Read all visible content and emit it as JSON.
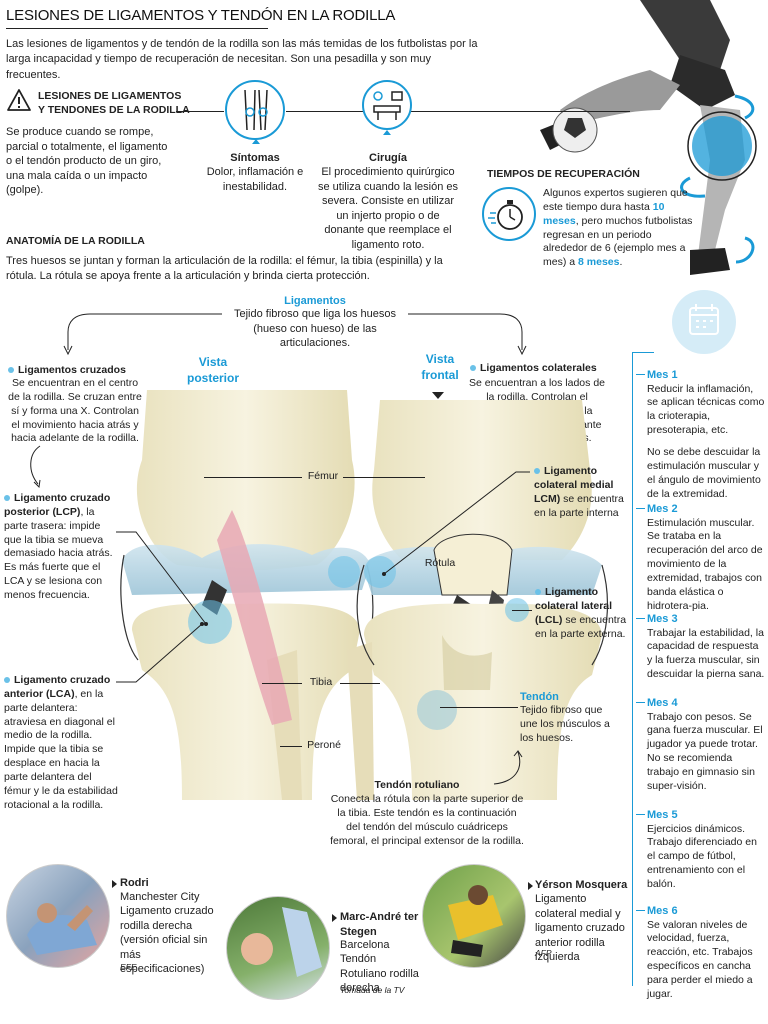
{
  "header": {
    "title": "LESIONES DE LIGAMENTOS Y TENDÓN EN LA RODILLA",
    "intro": "Las lesiones de ligamentos y de tendón de la rodilla son las más temidas de los futbolistas por la larga incapacidad y tiempo de recuperación de necesitan. Son una pesadilla y son muy frecuentes."
  },
  "lesiones": {
    "heading_1": "LESIONES DE LIGAMENTOS",
    "heading_2": "Y TENDONES DE LA RODILLA",
    "text": "Se produce cuando se rompe, parcial o totalmente, el ligamento o el tendón producto de un giro, una mala caída o un impacto (golpe).",
    "warning_icon": "warning-icon"
  },
  "sintomas": {
    "title": "Síntomas",
    "text": "Dolor, inflamación e inestabilidad."
  },
  "cirugia": {
    "title": "Cirugía",
    "text": "El procedimiento quirúrgico se utiliza cuando la lesión es severa. Consiste en utilizar un injerto propio o de donante que reemplace el ligamento roto."
  },
  "tiempos": {
    "title": "TIEMPOS DE RECUPERACIÓN",
    "text_a": "Algunos expertos sugieren que este tiempo dura hasta",
    "highlight_a": "10 meses",
    "text_b": ", pero muchos futbolistas regresan en un periodo alrededor de 6 (ejemplo mes a mes) a",
    "highlight_b": "8 meses",
    "text_c": "."
  },
  "anatomia": {
    "title": "ANATOMÍA DE LA RODILLA",
    "text": "Tres huesos se juntan y forman la articulación de la rodilla: el fémur, la tibia (espinilla) y la rótula. La rótula se apoya frente a la articulación y brinda cierta protección."
  },
  "ligamentos": {
    "title": "Ligamentos",
    "text": "Tejido fibroso que liga los huesos (hueso con hueso) de las articulaciones."
  },
  "vistas": {
    "posterior_1": "Vista",
    "posterior_2": "posterior",
    "frontal_1": "Vista",
    "frontal_2": "frontal"
  },
  "cruzados": {
    "title": "Ligamentos cruzados",
    "text": "Se encuentran en el centro de la rodilla. Se cruzan entre sí y forma una X. Controlan el movimiento hacia atrás y hacia adelante de la rodilla."
  },
  "colaterales": {
    "title": "Ligamentos colaterales",
    "text": "Se encuentran a los lados de la rodilla. Controlan el movimiento lateral de la rodilla y le dan soporte ante movimientos inusuales."
  },
  "lcp": {
    "title": "Ligamento cruzado posterior",
    "abbr": "(LCP)",
    "text": ", la parte trasera: impide que la tibia se mueva demasiado hacia atrás. Es más fuerte que el LCA y se lesiona con menos frecuencia."
  },
  "lca": {
    "title": "Ligamento cruzado anterior",
    "abbr": "(LCA)",
    "text": ", en la parte delantera: atraviesa en diagonal el medio de la rodilla. Impide que la tibia se desplace en hacia la parte delantera del fémur y le da estabilidad rotacional a la rodilla."
  },
  "lcm": {
    "title": "Ligamento colateral medial",
    "abbr": "LCM)",
    "text": " se encuentra en la parte interna"
  },
  "lcl": {
    "title": "Ligamento colateral lateral",
    "abbr": "(LCL)",
    "text": " se encuentra en la parte externa."
  },
  "bones": {
    "femur": "Fémur",
    "tibia": "Tibia",
    "perone": "Peroné",
    "rotula": "Rótula"
  },
  "tendon": {
    "title": "Tendón",
    "text": "Tejido fibroso que une los músculos a los huesos."
  },
  "rotuliano": {
    "title": "Tendón rotuliano",
    "text": "Conecta la rótula con la parte superior de la tibia. Este tendón es la continuación del tendón del músculo cuádriceps femoral, el principal extensor de la rodilla."
  },
  "meses": [
    {
      "label": "Mes 1",
      "text": "Reducir la inflamación, se aplican técnicas como la crioterapia, presoterapia, etc.",
      "text2": "No se debe descuidar la estimulación muscular y el ángulo de movimiento de la extremidad."
    },
    {
      "label": "Mes 2",
      "text": "Estimulación muscular. Se trataba en la recuperación del arco de movimiento de la extremidad, trabajos con banda elástica o hidrotera-pia.",
      "text2": ""
    },
    {
      "label": "Mes 3",
      "text": "Trabajar la estabilidad, la capacidad de respuesta y la fuerza muscular, sin descuidar la pierna sana.",
      "text2": ""
    },
    {
      "label": "Mes 4",
      "text": "Trabajo con pesos. Se gana fuerza muscular. El jugador ya puede trotar. No se recomienda trabajo en gimnasio sin super-visión.",
      "text2": ""
    },
    {
      "label": "Mes 5",
      "text": "Ejercicios dinámicos. Trabajo diferenciado en el campo de fútbol, entrenamiento con el balón.",
      "text2": ""
    },
    {
      "label": "Mes 6",
      "text": "Se valoran niveles de velocidad, fuerza, reacción, etc. Trabajos específicos en cancha para perder el miedo a jugar.",
      "text2": ""
    }
  ],
  "players": [
    {
      "name": "Rodri",
      "team": "Manchester City",
      "injury": "Ligamento cruzado rodilla derecha (versión oficial sin más especificaciones)",
      "credit": "EFE"
    },
    {
      "name": "Marc-André ter Stegen",
      "team": "Barcelona",
      "injury": "Tendón Rotuliano rodilla derecha",
      "credit": "Tomada de la TV"
    },
    {
      "name": "Yérson  Mosquera",
      "team": "",
      "injury": "Ligamento colateral medial y  ligamento cruzado anterior rodilla izquierda",
      "credit": "AFP"
    }
  ],
  "colors": {
    "accent": "#1a9ad6",
    "bone": "#f1ecd2",
    "text": "#222222"
  }
}
